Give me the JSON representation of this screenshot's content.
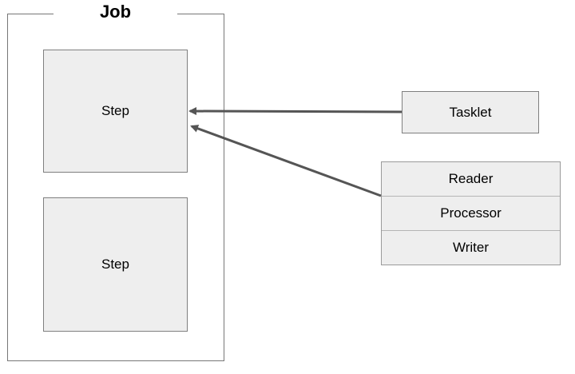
{
  "job": {
    "title": "Job"
  },
  "steps": [
    {
      "label": "Step"
    },
    {
      "label": "Step"
    }
  ],
  "tasklet": {
    "label": "Tasklet"
  },
  "chunk": {
    "rows": [
      {
        "label": "Reader"
      },
      {
        "label": "Processor"
      },
      {
        "label": "Writer"
      }
    ]
  },
  "colors": {
    "box_fill": "#eeeeee",
    "box_border": "#7f7f7f",
    "arrow": "#555555"
  }
}
